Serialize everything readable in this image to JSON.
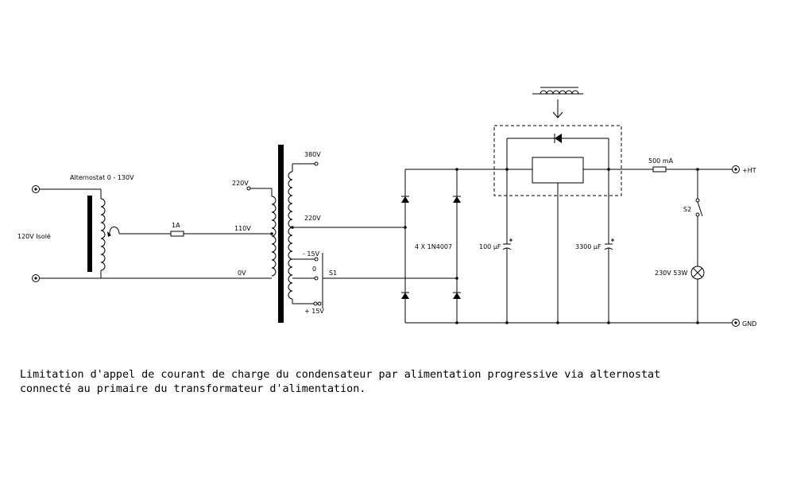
{
  "schematic": {
    "labels": {
      "source": "120V Isolé",
      "alternostat": "Alternostat 0 - 130V",
      "fuse_in": "1A",
      "tap_220_in": "220V",
      "tap_110": "110V",
      "tap_0_in": "0V",
      "tap_380": "380V",
      "tap_220_out": "220V",
      "tap_m15": "- 15V",
      "tap_0_out": "0",
      "tap_p15": "+ 15V",
      "switch_s1": "S1",
      "diodes": "4 X 1N4007",
      "cap_small": "100 µF",
      "cap_large": "3300 µF",
      "fuse_out": "500 mA",
      "switch_s2": "S2",
      "lamp": "230V 53W",
      "out_pos": "+HT",
      "out_gnd": "GND"
    }
  },
  "caption": {
    "line1": "Limitation d'appel de courant de charge du condensateur par alimentation progressive via alternostat",
    "line2": "connecté au primaire du transformateur d'alimentation."
  }
}
